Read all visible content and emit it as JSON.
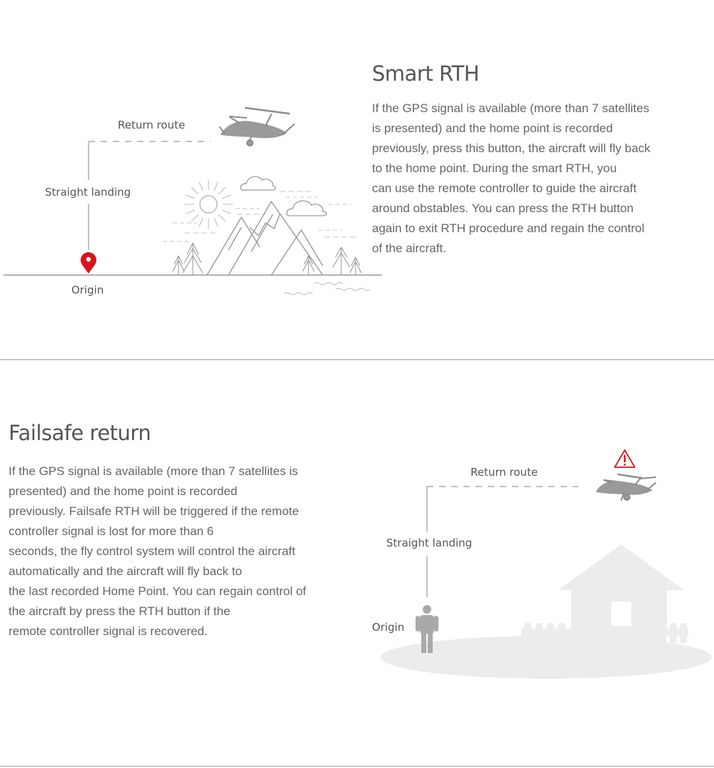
{
  "smart_rth": {
    "title": "Smart RTH",
    "lines": [
      "If the GPS signal is available (more than 7 satellites",
      "is presented) and the home point is recorded",
      "previously, press this button, the aircraft will fly back",
      "to the home point. During the smart RTH, you",
      "can use the remote controller to guide the aircraft",
      "around obstables. You can press the RTH button",
      "again to exit RTH procedure and regain the control",
      "of the aircraft."
    ],
    "labels": {
      "return_route": "Return route",
      "straight_landing": "Straight landing",
      "origin": "Origin"
    }
  },
  "failsafe": {
    "title": "Failsafe return",
    "lines": [
      "If the GPS signal is available (more than 7 satellites is",
      "presented) and the home point is recorded",
      "previously. Failsafe RTH will be triggered if the remote",
      "controller signal is lost for more than 6",
      "seconds, the fly control system will control the aircraft",
      "automatically and the aircraft will fly back to",
      "the last recorded Home Point. You can regain control of",
      "the aircraft by press the RTH button if the",
      "remote controller signal is recovered."
    ],
    "labels": {
      "return_route": "Return route",
      "straight_landing": "Straight landing",
      "origin": "Origin"
    }
  },
  "colors": {
    "accent": "#d9141d",
    "line": "#b9b9b9",
    "silhouette": "#e9e9e9",
    "figure": "#a9a9a9"
  },
  "icons": [
    "drone-icon",
    "location-pin-icon",
    "sun-icon",
    "cloud-icon",
    "mountain-icon",
    "pine-tree-icon",
    "warning-icon",
    "person-icon",
    "house-icon"
  ]
}
